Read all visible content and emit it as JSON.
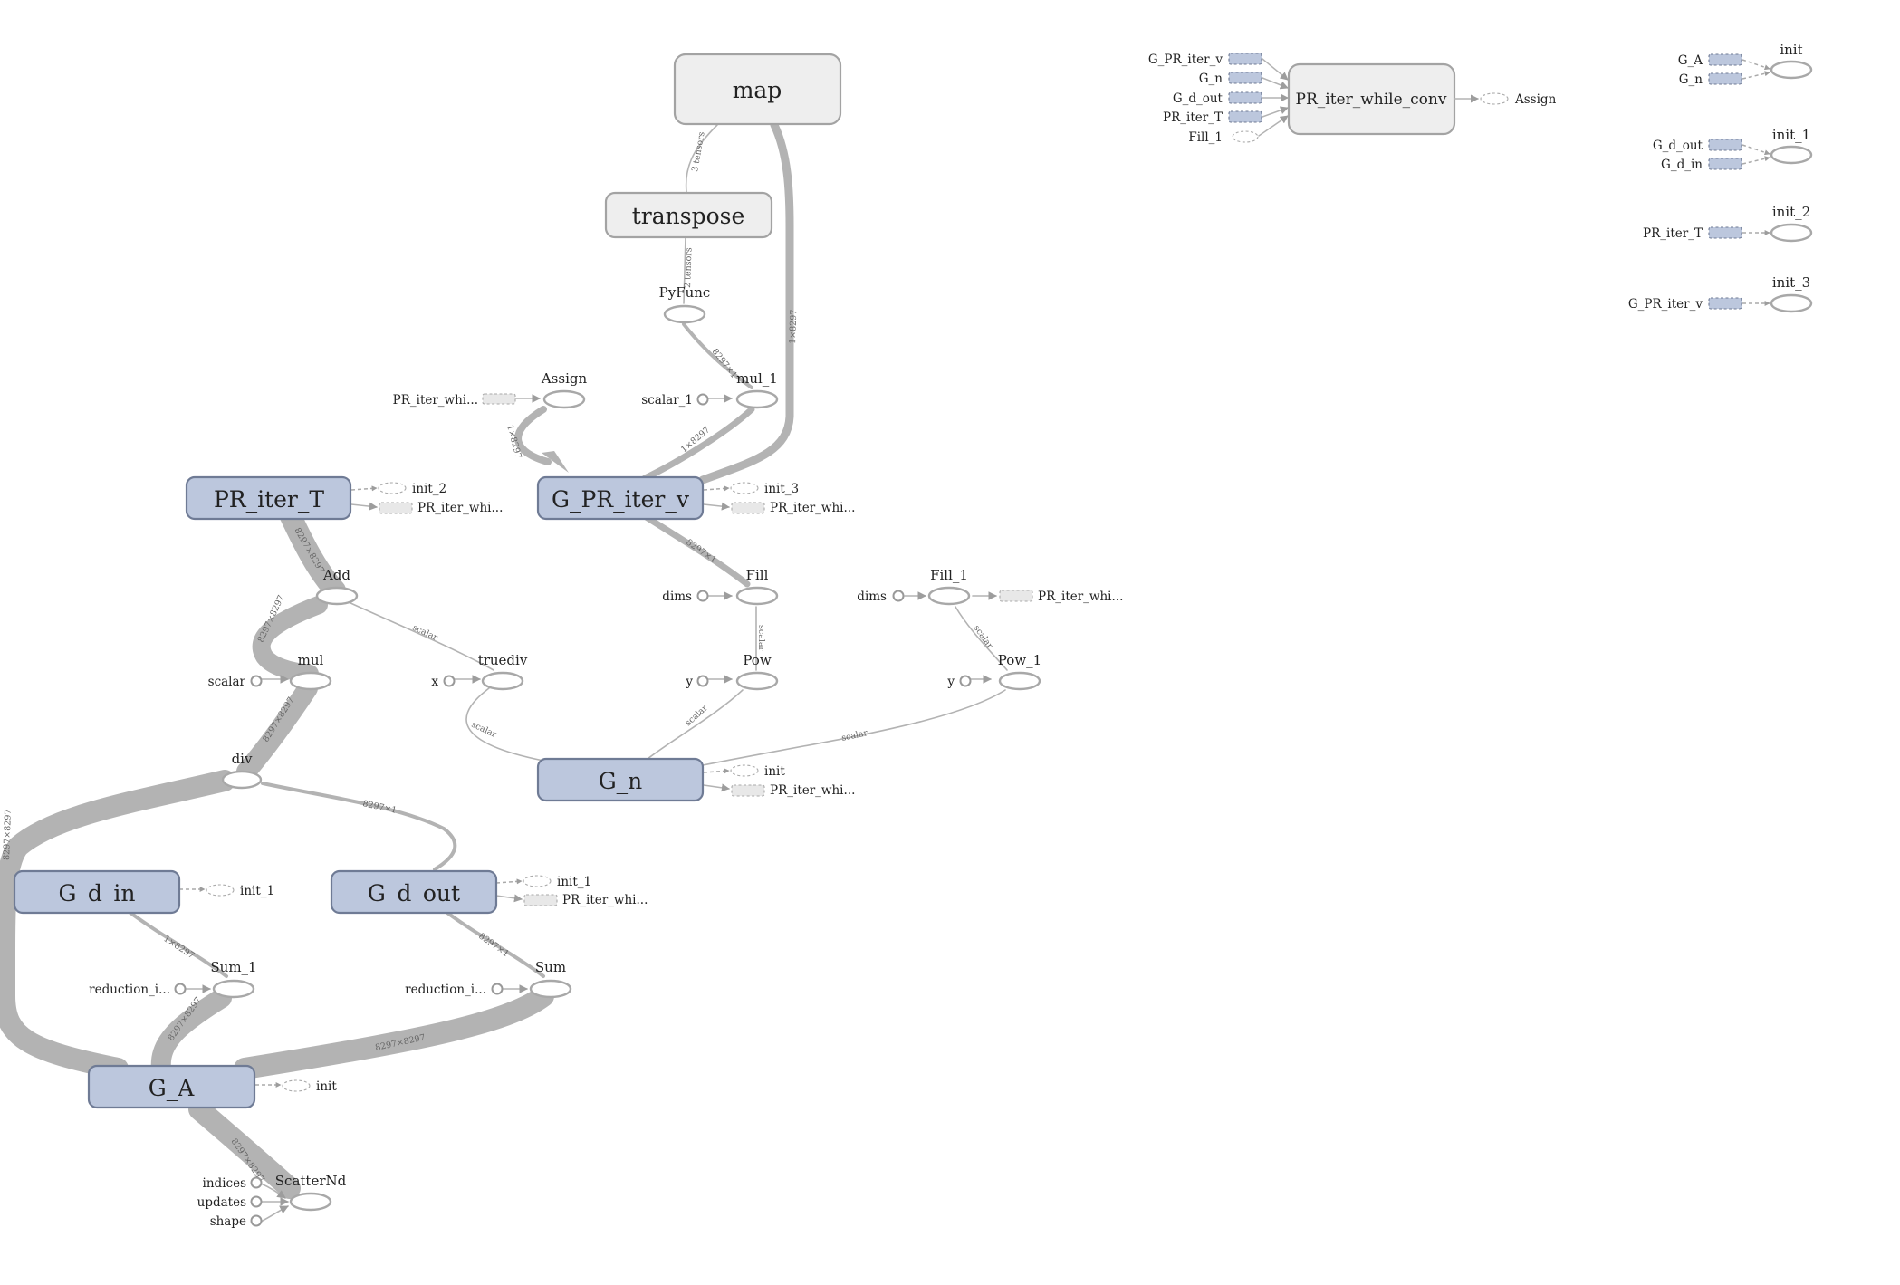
{
  "nodes": {
    "map": "map",
    "transpose": "transpose",
    "pyfunc": "PyFunc",
    "assign": "Assign",
    "mul_1": "mul_1",
    "scalar_1": "scalar_1",
    "pr_iter_whi_in": "PR_iter_whi...",
    "pr_iter_T": "PR_iter_T",
    "g_pr_iter_v": "G_PR_iter_v",
    "init_2_ref": "init_2",
    "init_3_ref": "init_3",
    "pr_iter_whi_out": "PR_iter_whi...",
    "add": "Add",
    "fill": "Fill",
    "fill_1": "Fill_1",
    "dims": "dims",
    "mul": "mul",
    "scalar": "scalar",
    "truediv": "truediv",
    "x": "x",
    "pow": "Pow",
    "pow_1": "Pow_1",
    "y": "y",
    "div": "div",
    "g_n": "G_n",
    "init_ref": "init",
    "g_d_in": "G_d_in",
    "g_d_out": "G_d_out",
    "init_1_ref": "init_1",
    "sum_1": "Sum_1",
    "sum": "Sum",
    "reduction_i": "reduction_i...",
    "g_a": "G_A",
    "scatternd": "ScatterNd",
    "indices": "indices",
    "updates": "updates",
    "shape": "shape"
  },
  "edge_labels": {
    "tensors_3": "3 tensors",
    "tensors_2": "2 tensors",
    "v_8297x1": "8297×1",
    "v_1x8297": "1×8297",
    "m_8297x8297": "8297×8297",
    "scalar": "scalar"
  },
  "while_panel": {
    "title": "PR_iter_while_conv",
    "inputs": [
      "G_PR_iter_v",
      "G_n",
      "G_d_out",
      "PR_iter_T",
      "Fill_1"
    ],
    "output": "Assign"
  },
  "init_panel": [
    {
      "title": "init",
      "inputs": [
        "G_A",
        "G_n"
      ]
    },
    {
      "title": "init_1",
      "inputs": [
        "G_d_out",
        "G_d_in"
      ]
    },
    {
      "title": "init_2",
      "inputs": [
        "PR_iter_T"
      ]
    },
    {
      "title": "init_3",
      "inputs": [
        "G_PR_iter_v"
      ]
    }
  ],
  "colors": {
    "metanode_fill": "#bcc7dd",
    "metanode_stroke": "#6f7b95",
    "node_fill": "#eeeeee",
    "edge": "#b3b3b3"
  }
}
